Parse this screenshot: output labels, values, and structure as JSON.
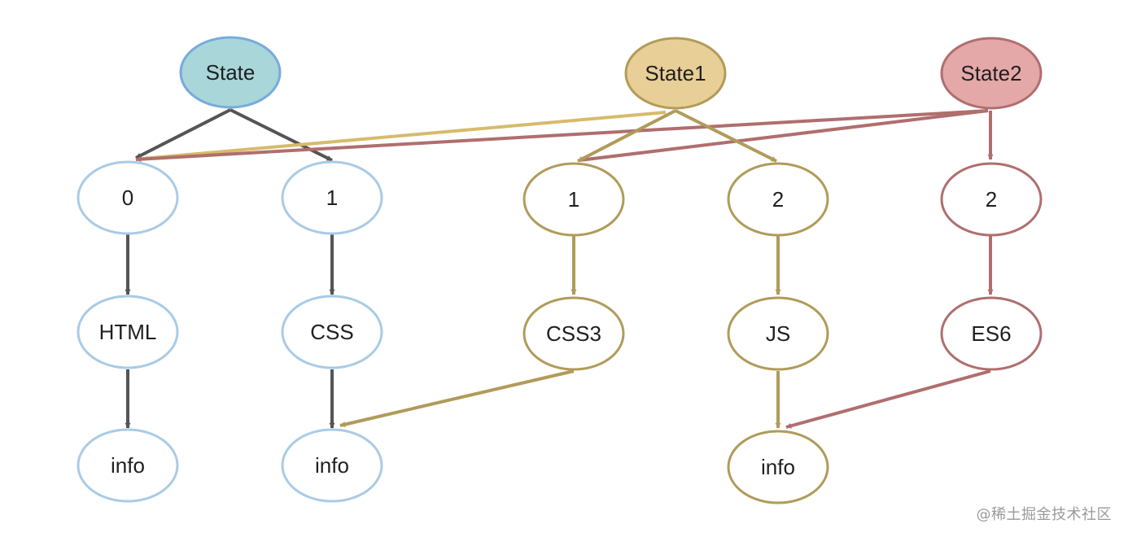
{
  "colors": {
    "gray_edge": "#555555",
    "gold_edge": "#b09b5a",
    "gold_line_light": "#d6bb6b",
    "red_edge": "#b06e6e",
    "blue_border": "#a9cbe6",
    "state_fill": "#a8d6d9",
    "state_border": "#78aadc",
    "state1_fill": "#e8cf97",
    "state1_border": "#b39b58",
    "state2_fill": "#e5a8a8",
    "state2_border": "#b06e6e"
  },
  "nodes": {
    "state": {
      "label": "State"
    },
    "state1": {
      "label": "State1"
    },
    "state2": {
      "label": "State2"
    },
    "n0": {
      "label": "0"
    },
    "n1a": {
      "label": "1"
    },
    "n1b": {
      "label": "1"
    },
    "n2a": {
      "label": "2"
    },
    "n2b": {
      "label": "2"
    },
    "html": {
      "label": "HTML"
    },
    "css": {
      "label": "CSS"
    },
    "css3": {
      "label": "CSS3"
    },
    "js": {
      "label": "JS"
    },
    "es6": {
      "label": "ES6"
    },
    "info1": {
      "label": "info"
    },
    "info2": {
      "label": "info"
    },
    "info3": {
      "label": "info"
    }
  },
  "watermark": "@稀土掘金技术社区"
}
